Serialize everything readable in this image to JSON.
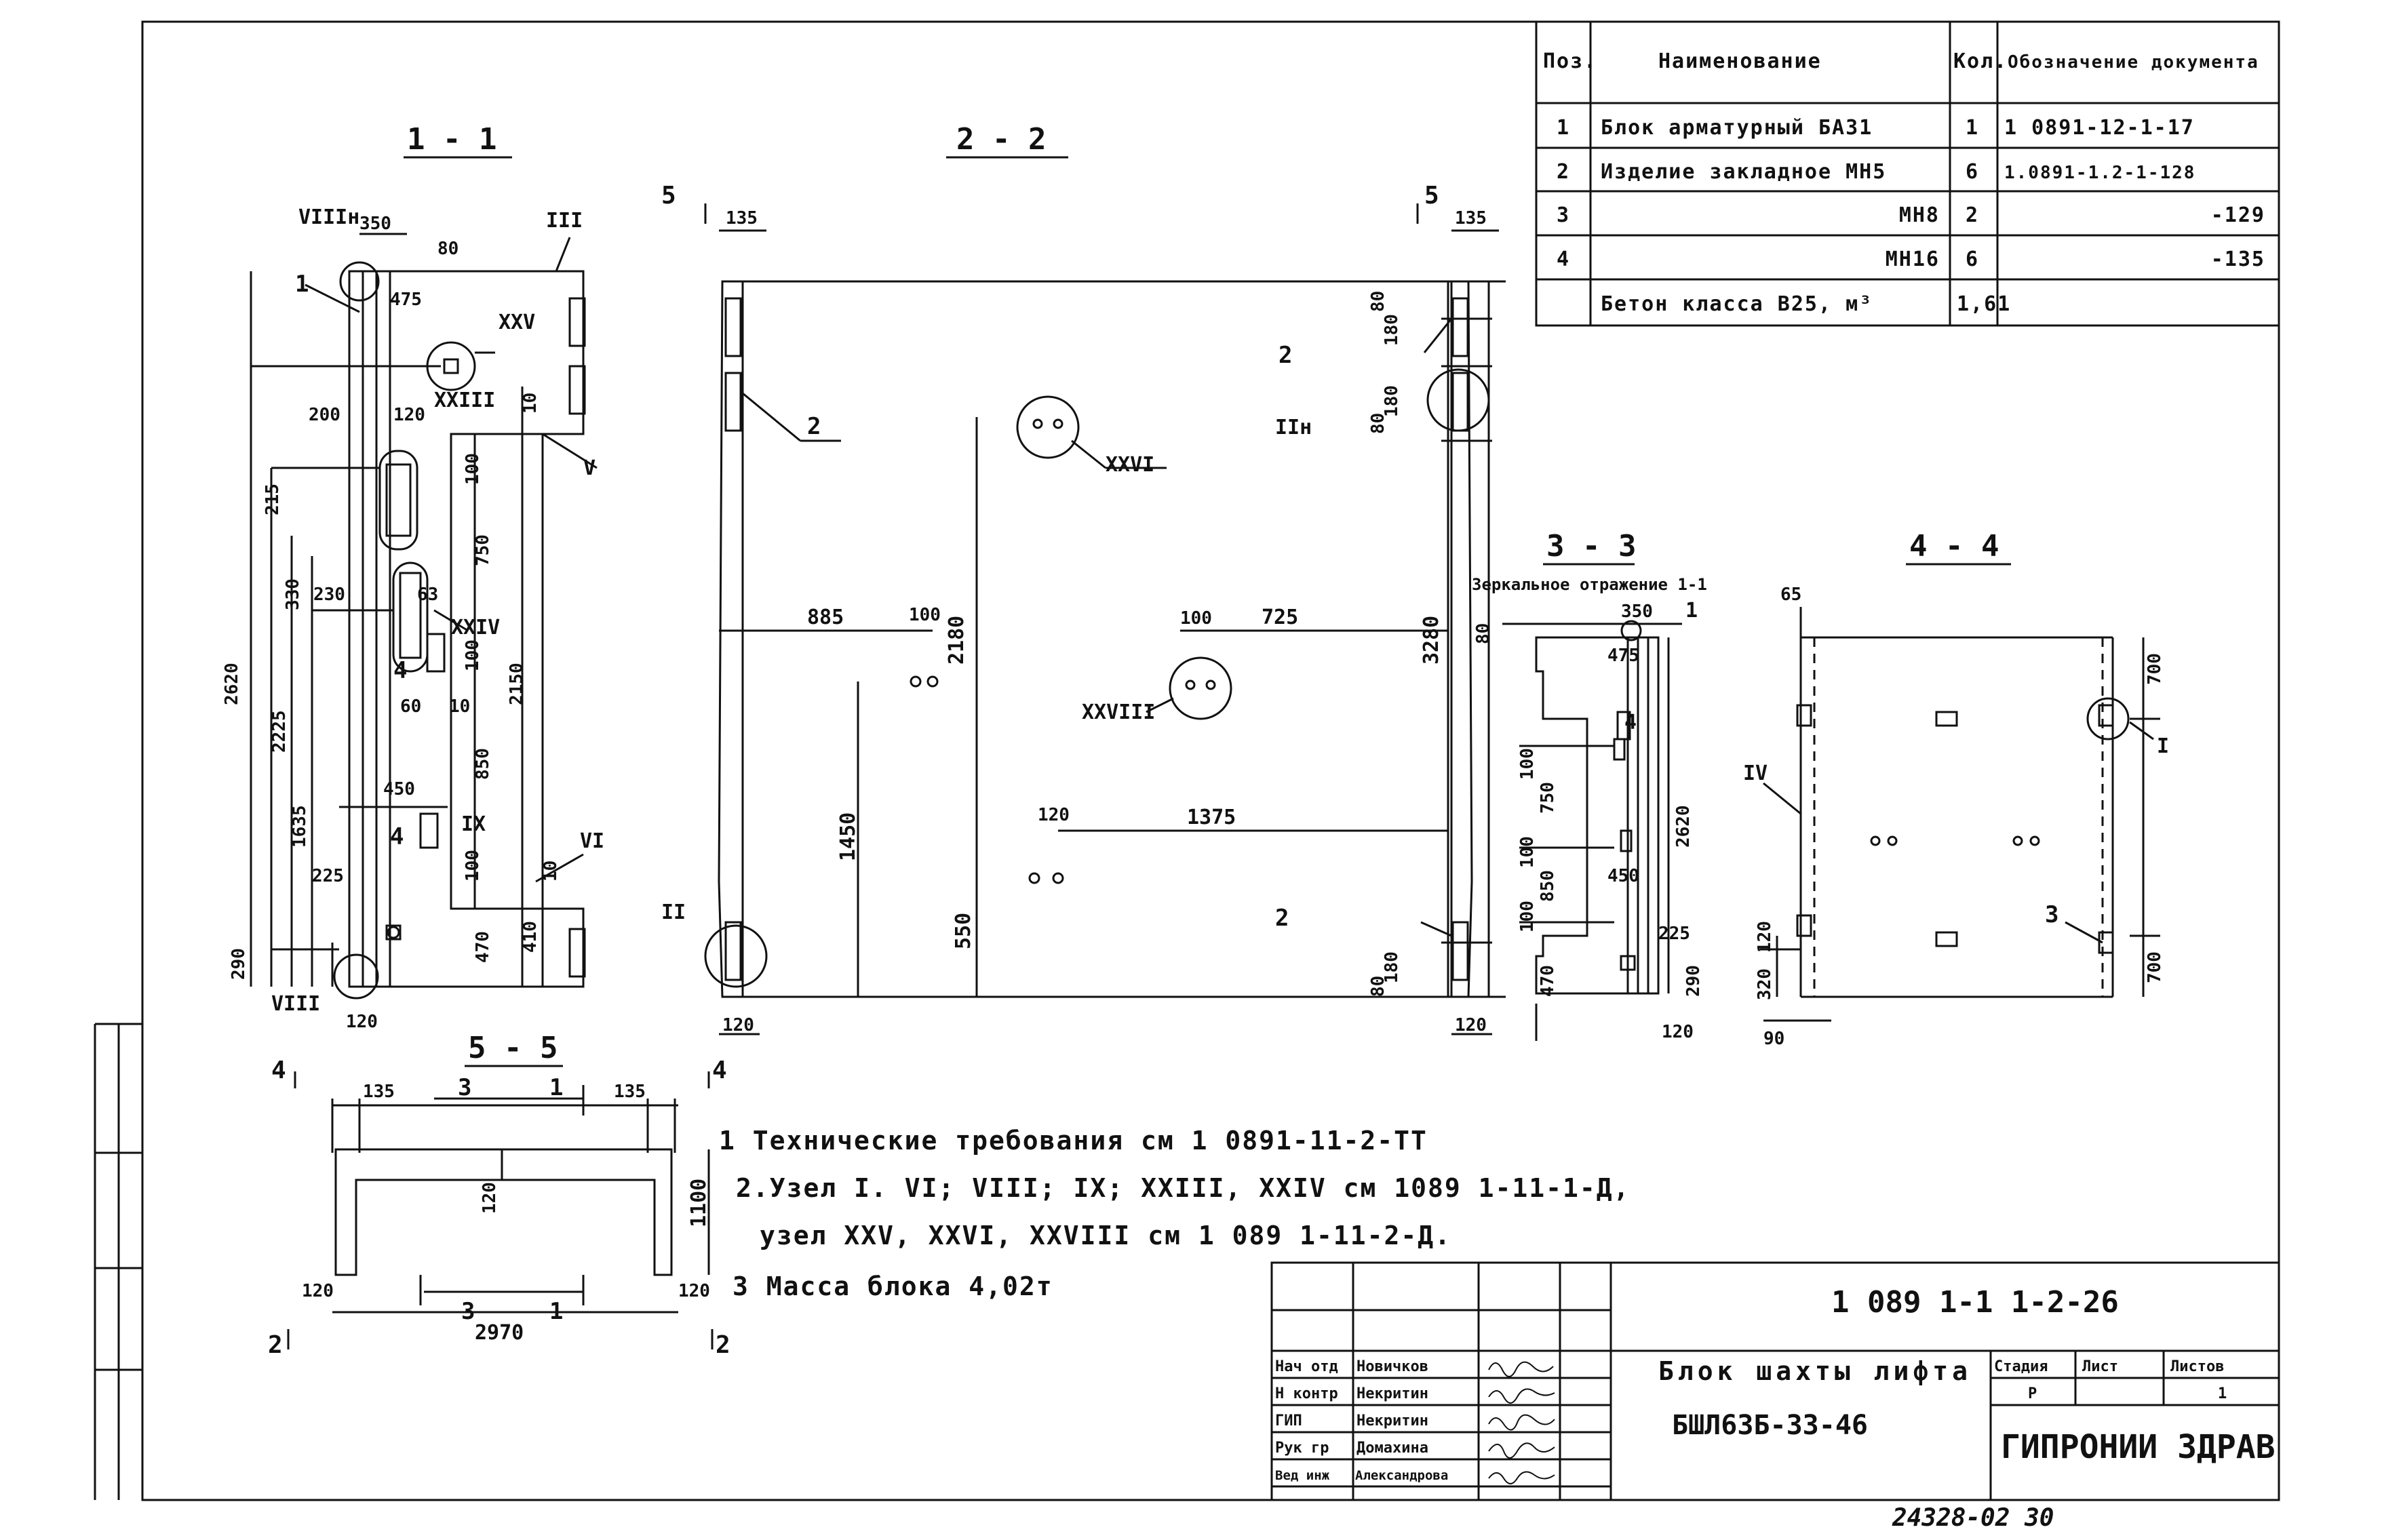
{
  "document_code": "1089 1-11-2-26",
  "archive_number": "24328-02 30",
  "spec_table": {
    "headers": {
      "pos": "Поз.",
      "name": "Наименование",
      "qty": "Кол.",
      "doc": "Обозначение документа"
    },
    "rows": [
      {
        "pos": "1",
        "name": "Блок арматурный БА31",
        "qty": "1",
        "doc": "1 0891-12-1-17"
      },
      {
        "pos": "2",
        "name": "Изделие закладное МН5",
        "qty": "6",
        "doc": "1.0891-1.2-1-128"
      },
      {
        "pos": "3",
        "name": "МН8",
        "qty": "2",
        "doc": "-129"
      },
      {
        "pos": "4",
        "name": "МН16",
        "qty": "6",
        "doc": "-135"
      },
      {
        "pos": "",
        "name": "Бетон класса В25, м³",
        "qty": "1,61",
        "doc": ""
      }
    ]
  },
  "sections": {
    "s11": "1 - 1",
    "s22": "2 - 2",
    "s33": "3 - 3",
    "s44": "4 - 4",
    "s55": "5 - 5",
    "mirror_note": "Зеркальное отражение 1-1"
  },
  "notes": [
    "1 Технические требования см 1 0891-11-2-ТТ",
    "2.Узел I. VI; VIII; IX; XXIII, XXIV см 1089 1-11-1-Д,",
    "узел XXV, XXVI, XXVIII см 1 089 1-11-2-Д.",
    "3 Масса блока 4,02т"
  ],
  "title_block": {
    "doc_code": "1 089 1-1 1-2-26",
    "title": "Блок шахты лифта",
    "mark": "БШЛ63Б-33-46",
    "org": "ГИПРОНИИ ЗДРАВ",
    "stage_header": "Стадия",
    "sheet_header": "Лист",
    "sheets_header": "Листов",
    "stage": "Р",
    "sheet": "",
    "sheets": "1",
    "signatures": [
      {
        "role": "Нач отд",
        "name": "Новичков"
      },
      {
        "role": "Н контр",
        "name": "Некритин"
      },
      {
        "role": "ГИП",
        "name": "Некритин"
      },
      {
        "role": "Рук гр",
        "name": "Домахина"
      },
      {
        "role": "Вед инж",
        "name": "Александрова"
      }
    ]
  },
  "dims": {
    "d350": "350",
    "d80": "80",
    "d475": "475",
    "d200": "200",
    "d120": "120",
    "d215": "215",
    "d330": "330",
    "d230": "230",
    "d63": "63",
    "d750": "750",
    "d2620": "2620",
    "d2225": "2225",
    "d2150": "2150",
    "d60": "60",
    "d10": "10",
    "d850": "850",
    "d450": "450",
    "d1635": "1635",
    "d225": "225",
    "d470": "470",
    "d410": "410",
    "d290": "290",
    "d100": "100",
    "d135": "135",
    "d885": "885",
    "d2180": "2180",
    "d725": "725",
    "d3280": "3280",
    "d1450": "1450",
    "d1375": "1375",
    "d550": "550",
    "d180": "180",
    "d65": "65",
    "d700": "700",
    "d320": "320",
    "d90": "90",
    "d1100": "1100",
    "d2970": "2970"
  },
  "marks": {
    "m1": "1",
    "m2": "2",
    "m3": "3",
    "m4": "4",
    "m5": "5",
    "node_I": "I",
    "node_II": "II",
    "node_IIn": "IIн",
    "node_III": "III",
    "node_IV": "IV",
    "node_V": "V",
    "node_VI": "VI",
    "node_VIII": "VIII",
    "node_VIIIn": "VIIIн",
    "node_IX": "IX",
    "node_XXIII": "XXIII",
    "node_XXIV": "XXIV",
    "node_XXV": "XXV",
    "node_XXVI": "XXVI",
    "node_XXVIII": "XXVIII"
  }
}
